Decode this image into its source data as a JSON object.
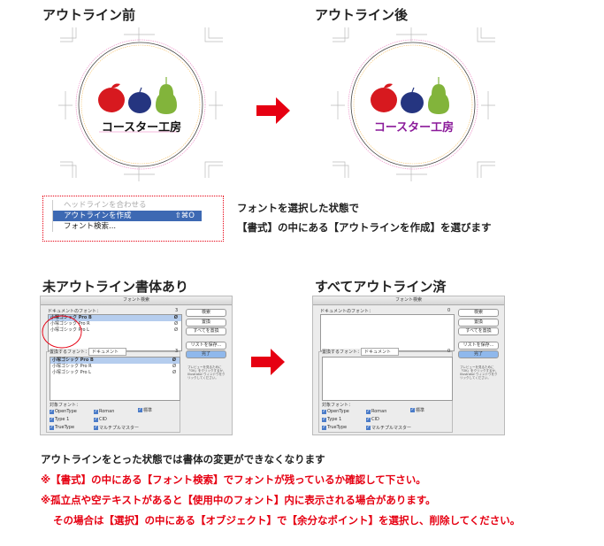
{
  "headings": {
    "before": "アウトライン前",
    "after": "アウトライン後",
    "missing": "未アウトライン書体あり",
    "done": "すべてアウトライン済"
  },
  "logo_text": "コースター工房",
  "colors": {
    "red": "#e60012",
    "apple": "#d7191f",
    "plum": "#253580",
    "pear": "#82b43b",
    "outlined_text": "#8b1a9a"
  },
  "menu": {
    "items": [
      {
        "label": "ヘッドラインを合わせる",
        "shortcut": ""
      },
      {
        "label": "アウトラインを作成",
        "shortcut": "⇧⌘O"
      },
      {
        "label": "フォント検索...",
        "shortcut": ""
      }
    ]
  },
  "instruction": {
    "line1": "フォントを選択した状態で",
    "line2": "【書式】の中にある【アウトラインを作成】を選びます"
  },
  "dialog": {
    "title": "フォント検索",
    "doc_fonts_label": "ドキュメントのフォント：",
    "replace_label": "置換するフォント：",
    "replace_select": "ドキュメント",
    "target_label": "対象フォント：",
    "buttons": [
      "検索",
      "置換",
      "すべてを置換",
      "リストを保存...",
      "完了"
    ],
    "checkboxes": [
      "OpenType",
      "Roman",
      "標準",
      "Type 1",
      "CID",
      "TrueType",
      "マルチプルマスター"
    ],
    "help": "プレビューを見るために「OK」をクリックするか、Illustrator ウィンドウをクリックしてください。",
    "before": {
      "count": "3",
      "fonts": [
        "小塚ゴシック Pro B",
        "小塚ゴシック Pro R",
        "小塚ゴシック Pro L"
      ]
    },
    "after": {
      "count": "0",
      "fonts": []
    }
  },
  "notes": {
    "line1": "アウトラインをとった状態では書体の変更ができなくなります",
    "line2": "※【書式】の中にある【フォント検索】でフォントが残っているか確認して下さい。",
    "line3": "※孤立点や空テキストがあると【使用中のフォント】内に表示される場合があります。",
    "line4": "その場合は【選択】の中にある【オブジェクト】で【余分なポイント】を選択し、削除してください。"
  }
}
